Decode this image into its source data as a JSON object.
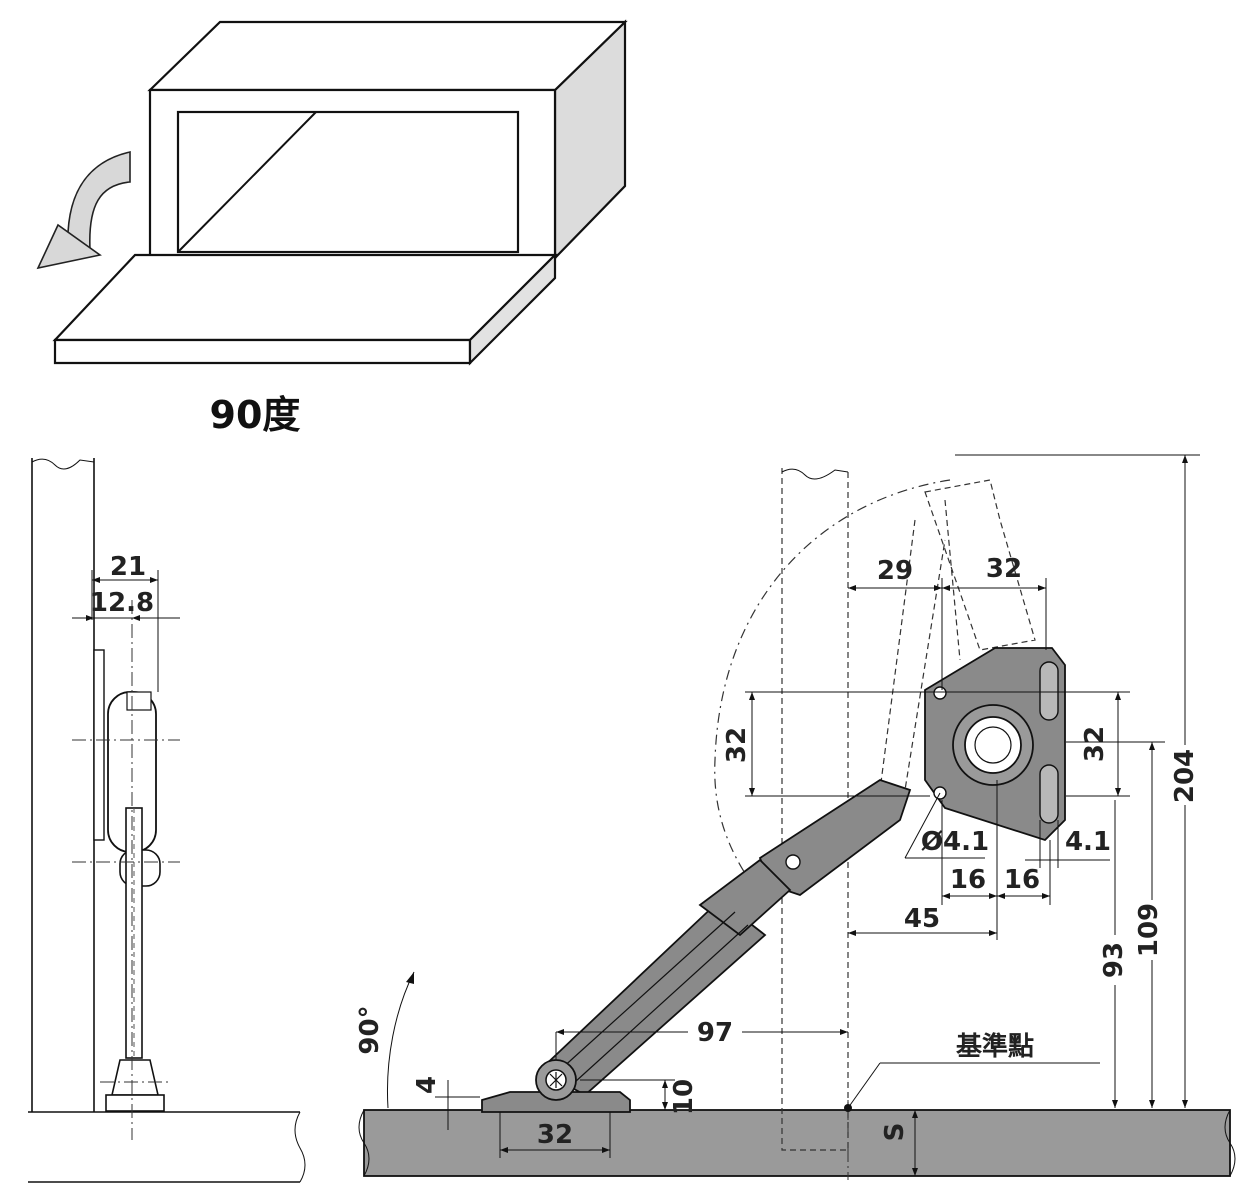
{
  "box_view": {
    "caption": "90度"
  },
  "front_view": {
    "dim_21": "21",
    "dim_12_8": "12.8"
  },
  "side_view": {
    "dim_29": "29",
    "dim_32_top": "32",
    "dim_32_left": "32",
    "dim_32_right": "32",
    "dim_204": "204",
    "dim_109": "109",
    "dim_93": "93",
    "dim_diameter": "Ø4.1",
    "dim_4_1": "4.1",
    "dim_16_a": "16",
    "dim_16_b": "16",
    "dim_45": "45",
    "dim_97": "97",
    "dim_angle": "90°",
    "dim_4": "4",
    "dim_10": "10",
    "dim_32_base": "32",
    "dim_s": "S",
    "reference_point": "基準點"
  }
}
